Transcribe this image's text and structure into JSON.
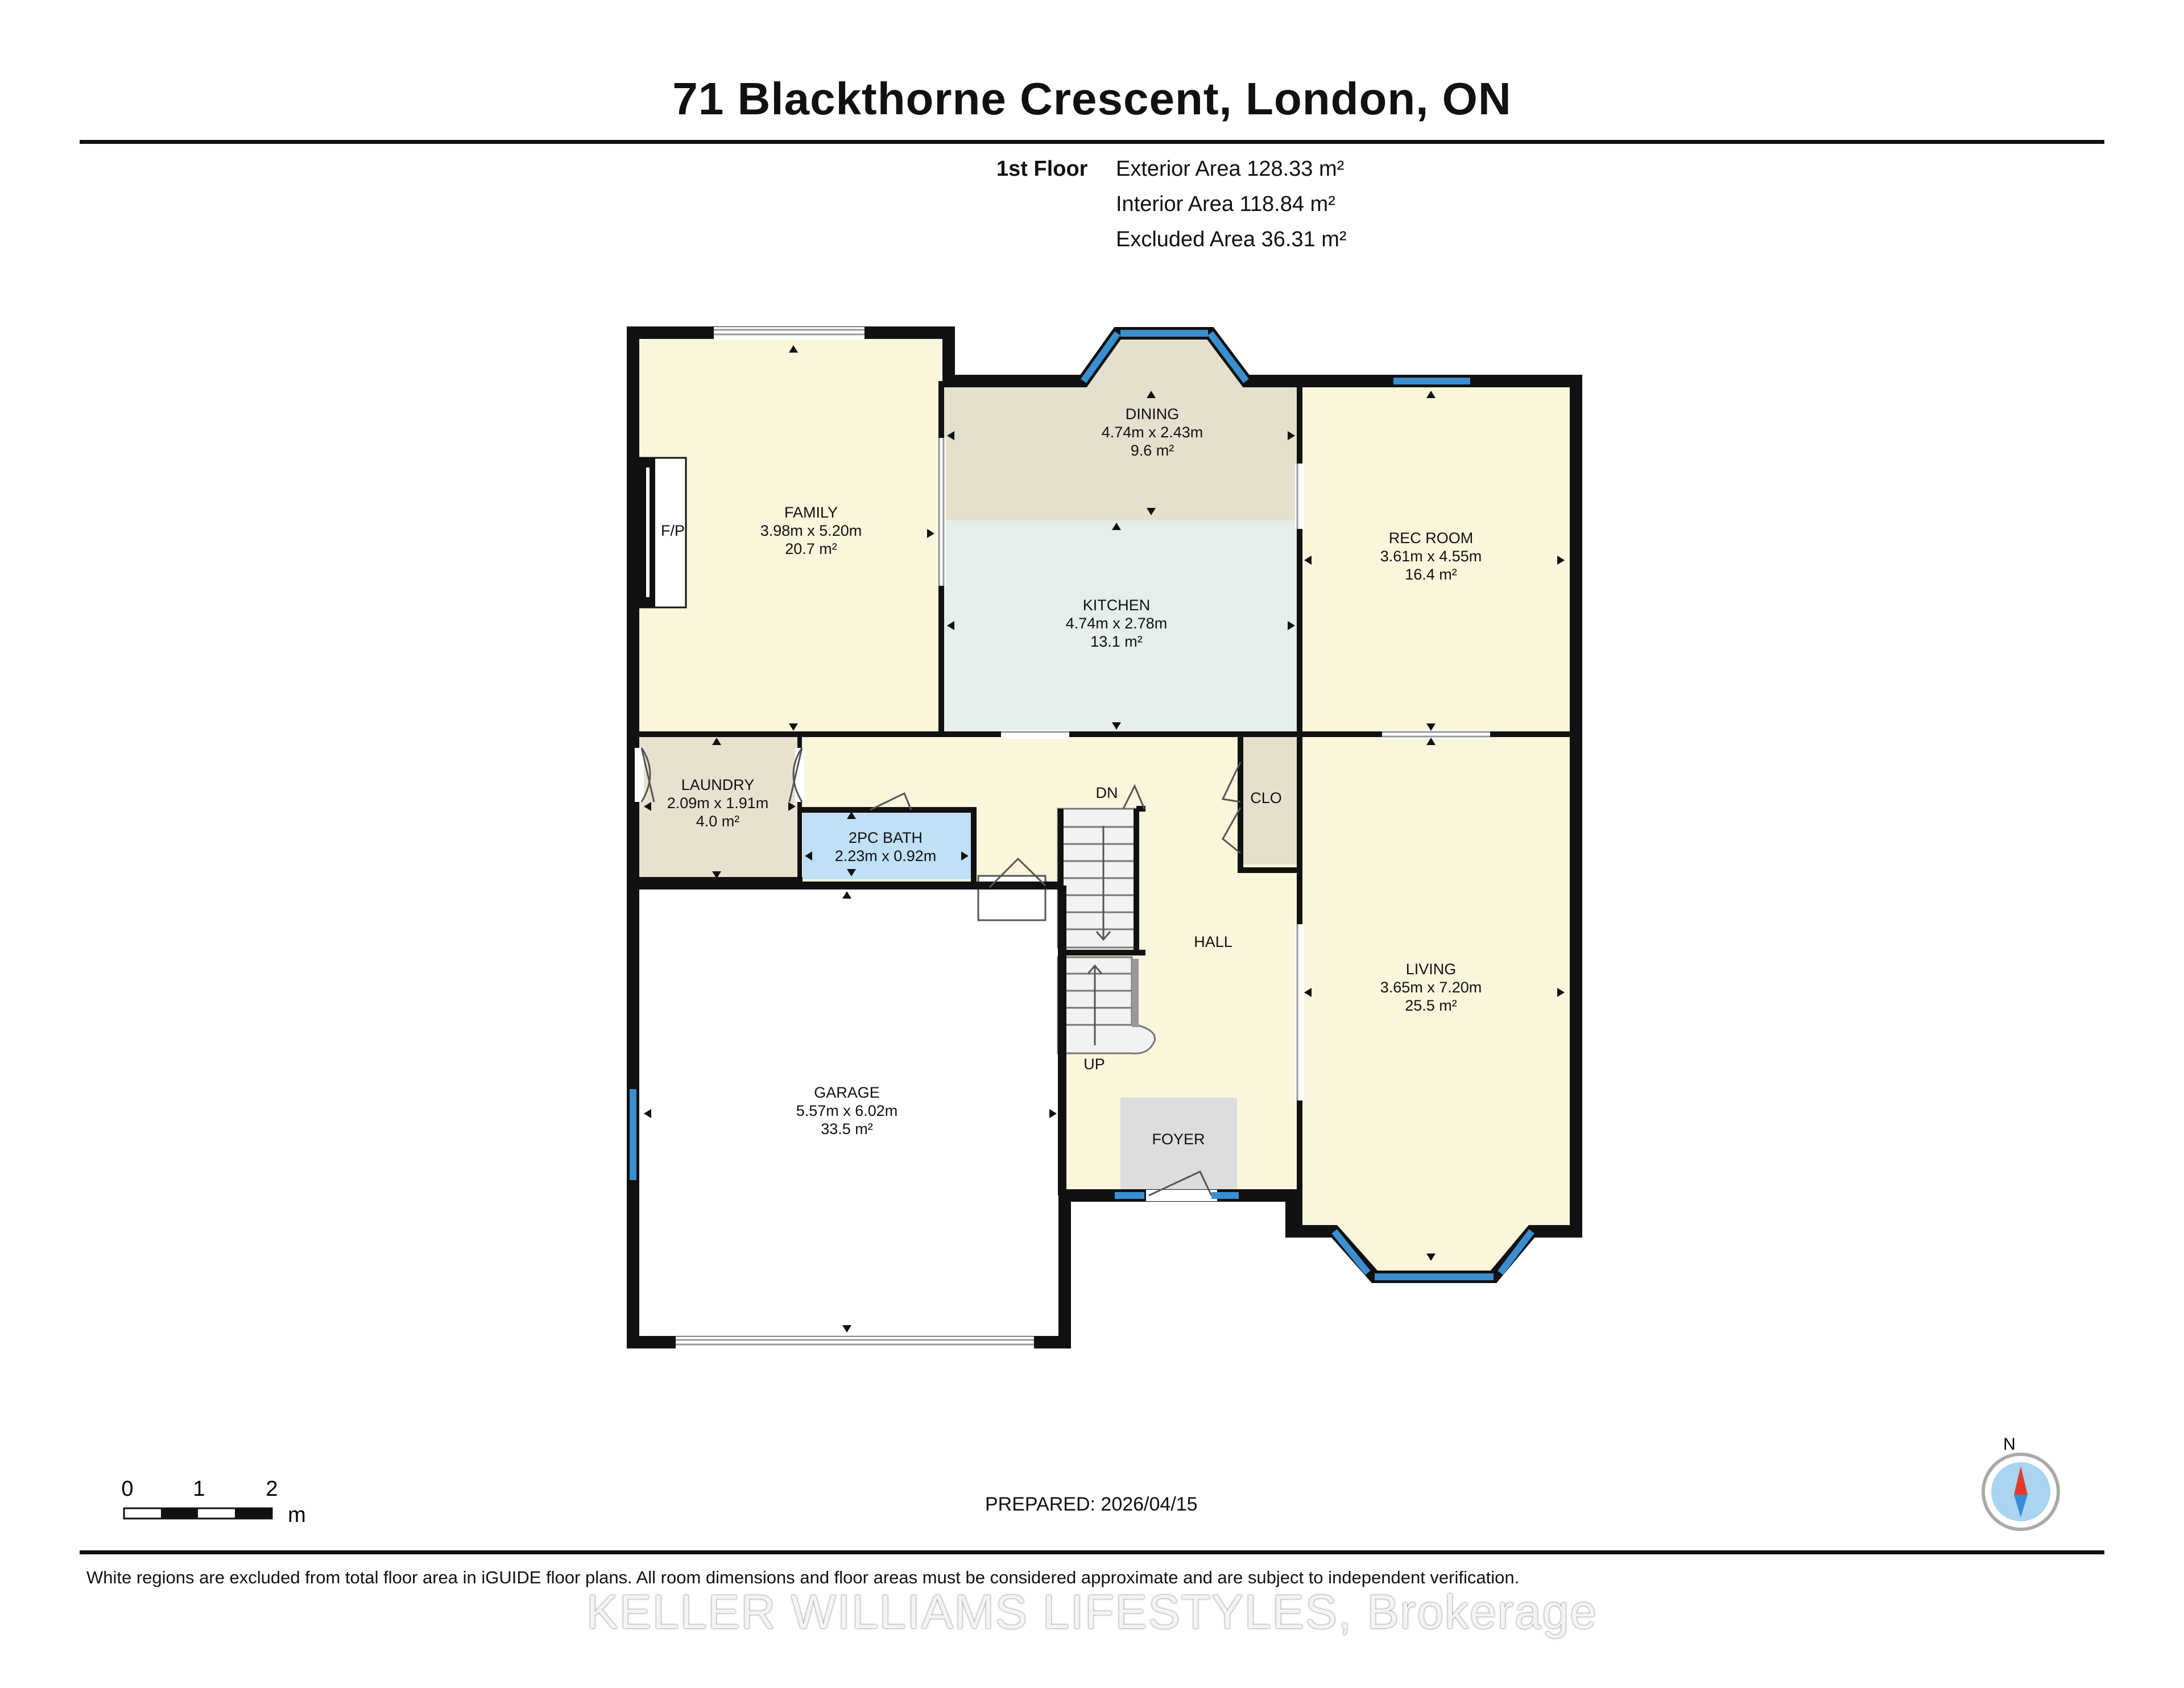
{
  "title": "71 Blackthorne Crescent, London, ON",
  "floor": {
    "label": "1st Floor",
    "exterior_area": "Exterior Area 128.33 m²",
    "interior_area": "Interior Area 118.84 m²",
    "excluded_area": "Excluded Area 36.31 m²"
  },
  "rooms": {
    "family": {
      "name": "FAMILY",
      "dims": "3.98m x 5.20m",
      "area": "20.7 m²"
    },
    "dining": {
      "name": "DINING",
      "dims": "4.74m x 2.43m",
      "area": "9.6 m²"
    },
    "kitchen": {
      "name": "KITCHEN",
      "dims": "4.74m x 2.78m",
      "area": "13.1 m²"
    },
    "rec_room": {
      "name": "REC ROOM",
      "dims": "3.61m x 4.55m",
      "area": "16.4 m²"
    },
    "laundry": {
      "name": "LAUNDRY",
      "dims": "2.09m x 1.91m",
      "area": "4.0 m²"
    },
    "bath": {
      "name": "2PC BATH",
      "dims": "2.23m x 0.92m"
    },
    "clo": {
      "name": "CLO"
    },
    "hall": {
      "name": "HALL"
    },
    "living": {
      "name": "LIVING",
      "dims": "3.65m x 7.20m",
      "area": "25.5 m²"
    },
    "garage": {
      "name": "GARAGE",
      "dims": "5.57m x 6.02m",
      "area": "33.5 m²"
    },
    "foyer": {
      "name": "FOYER"
    },
    "fireplace": "F/P",
    "stairs_down": "DN",
    "stairs_up": "UP"
  },
  "scale": {
    "ticks": [
      "0",
      "1",
      "2"
    ],
    "unit": "m"
  },
  "compass": {
    "label": "N",
    "icon": "compass-icon"
  },
  "prepared": "PREPARED: 2026/04/15",
  "disclaimer": "White regions are excluded from total floor area in iGUIDE floor plans. All room dimensions and floor areas must be considered approximate and are subject to independent verification.",
  "watermark": "KELLER WILLIAMS LIFESTYLES, Brokerage",
  "colors": {
    "wall": "#111111",
    "window": "#3a8fd0",
    "room_fill": "#fbf5dc",
    "dining_fill": "#e5dfcd",
    "kitchen_fill": "#e3efe8",
    "laundry_fill": "#e9e1d0",
    "bath_fill": "#bfe0f5",
    "foyer_fill": "#dddddd",
    "compass_arrow": "#e53b2c"
  }
}
